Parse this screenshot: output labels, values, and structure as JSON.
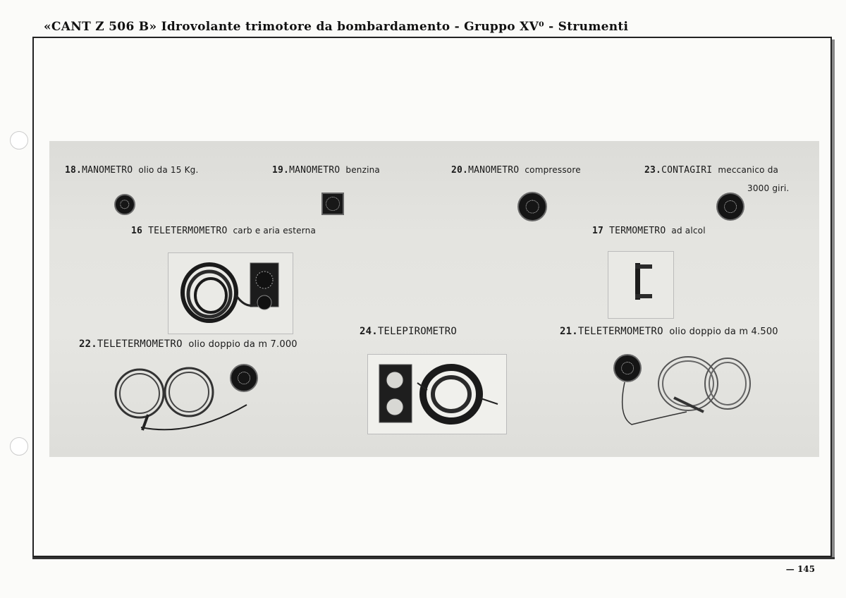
{
  "page": {
    "header": "«CANT Z 506 B» Idrovolante trimotore da bombardamento - Gruppo XV⁰ - Strumenti",
    "page_number": "— 145"
  },
  "instruments": {
    "i18": {
      "number": "18.",
      "name": "MANOMETRO",
      "detail": "olio  da 15 Kg."
    },
    "i19": {
      "number": "19.",
      "name": "MANOMETRO",
      "detail": "benzina"
    },
    "i20": {
      "number": "20.",
      "name": "MANOMETRO",
      "detail": "compressore"
    },
    "i23": {
      "number": "23.",
      "name": "CONTAGIRI",
      "detail": "meccanico da",
      "detail2": "3000 giri."
    },
    "i16": {
      "number": "16",
      "name": "TELETERMOMETRO",
      "detail": "carb e aria esterna"
    },
    "i17": {
      "number": "17",
      "name": "TERMOMETRO",
      "detail": "ad alcol"
    },
    "i22": {
      "number": "22.",
      "name": "TELETERMOMETRO",
      "detail": "olio doppio da m 7.000"
    },
    "i24": {
      "number": "24.",
      "name": "TELEPIROMETRO",
      "detail": ""
    },
    "i21": {
      "number": "21.",
      "name": "TELETERMOMETRO",
      "detail": "olio doppio da m 4.500"
    }
  },
  "icons": {
    "gauge": "round-dial-gauge-icon",
    "square_gauge": "square-dial-gauge-icon",
    "cable": "coiled-cable-icon",
    "thermometer": "alcohol-thermometer-icon"
  },
  "colors": {
    "paper": "#fbfbf9",
    "plate": "#e2e2de",
    "ink": "#111111"
  }
}
